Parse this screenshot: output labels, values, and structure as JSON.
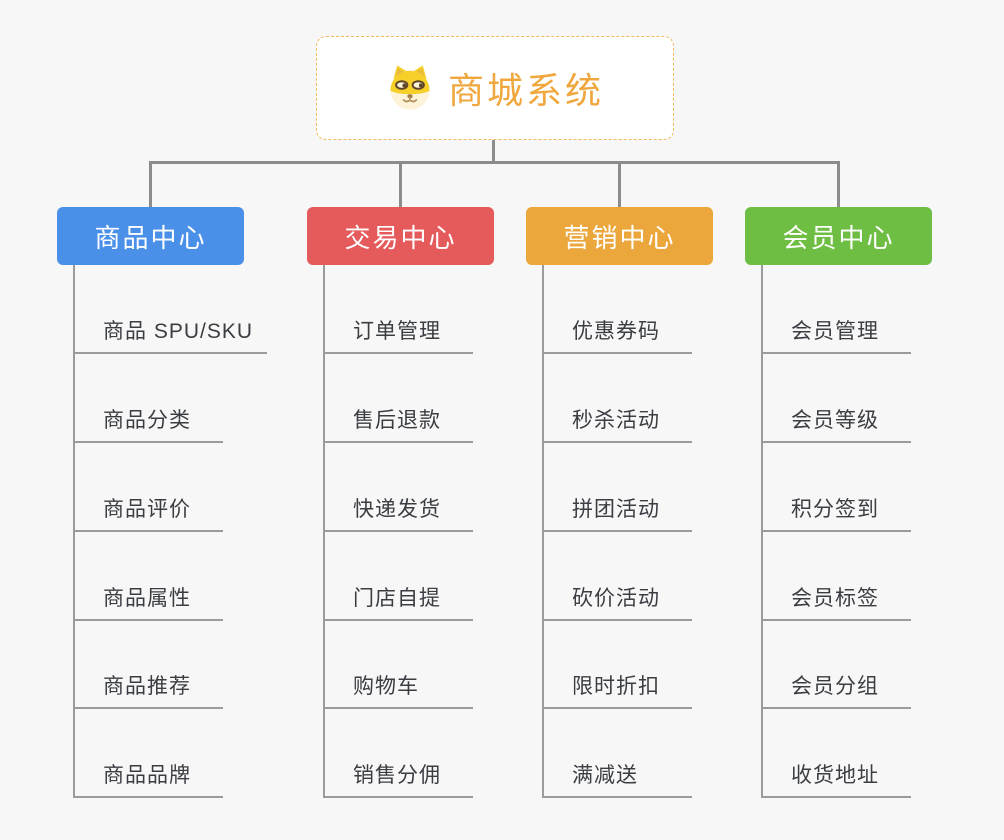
{
  "root": {
    "title": "商城系统",
    "icon": "dog-icon",
    "accent_color": "#efa73e"
  },
  "branches": [
    {
      "label": "商品中心",
      "color": "#4a90e8",
      "leaves": [
        "商品 SPU/SKU",
        "商品分类",
        "商品评价",
        "商品属性",
        "商品推荐",
        "商品品牌"
      ]
    },
    {
      "label": "交易中心",
      "color": "#e55a5a",
      "leaves": [
        "订单管理",
        "售后退款",
        "快递发货",
        "门店自提",
        "购物车",
        "销售分佣"
      ]
    },
    {
      "label": "营销中心",
      "color": "#eba63c",
      "leaves": [
        "优惠券码",
        "秒杀活动",
        "拼团活动",
        "砍价活动",
        "限时折扣",
        "满减送"
      ]
    },
    {
      "label": "会员中心",
      "color": "#6fbe44",
      "leaves": [
        "会员管理",
        "会员等级",
        "积分签到",
        "会员标签",
        "会员分组",
        "收货地址"
      ]
    }
  ]
}
